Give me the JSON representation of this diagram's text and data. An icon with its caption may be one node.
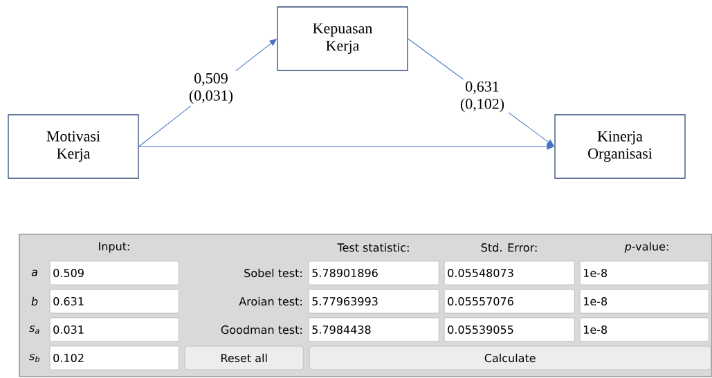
{
  "diagram": {
    "nodes": [
      {
        "text": [
          "Motivasi Kerja"
        ]
      },
      {
        "text": [
          "Kepuasan Kerja"
        ]
      },
      {
        "text": [
          "Kinerja Organisasi"
        ]
      }
    ],
    "edges": [
      {
        "from": 0,
        "to": 1,
        "arrow": "to",
        "label": "0,509 (0,031)"
      },
      {
        "from": 1,
        "to": 2,
        "arrow": "to",
        "label": "0,631 (0,102)"
      },
      {
        "from": 0,
        "to": 2,
        "arrow": "to"
      }
    ],
    "labels": [
      "Input:",
      "Test statistic:",
      "Std. Error:",
      "*p*-value:",
      "a",
      "0.509",
      "Sobel test:",
      "5.78901896",
      "0.05548073",
      "1e-8",
      "b",
      "0.631",
      "Aroian test:",
      "5.77963993",
      "0.05557076",
      "1e-8",
      "s$_{a}$",
      "0.031",
      "Goodman test:",
      "5.7984438",
      "0.05539055",
      "1e-8",
      "s$_{b}$",
      "0.102",
      "Reset all",
      "Calculate"
    ]
  }
}
